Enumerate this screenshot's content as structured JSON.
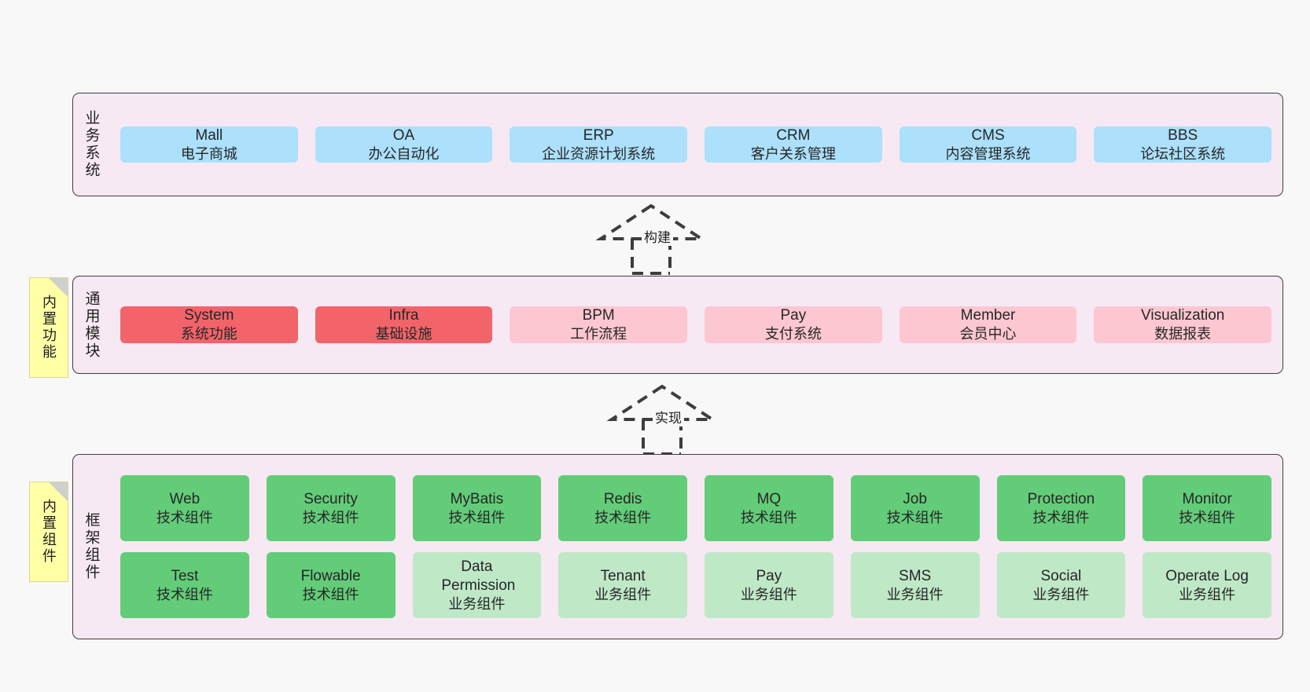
{
  "diagram": {
    "background_color": "#f8f8f8",
    "layer_fill_color": "#f7e9f3",
    "layer_border_color": "#3d3d3d",
    "note_color": "#ffffa6"
  },
  "layers": [
    {
      "id": "business-systems",
      "title": "业务系统",
      "note": null,
      "rows": [
        {
          "nodes": [
            {
              "en": "Mall",
              "cn": "电子商城",
              "color": "#ace0fb",
              "variant": "c-blue"
            },
            {
              "en": "OA",
              "cn": "办公自动化",
              "color": "#ace0fb",
              "variant": "c-blue"
            },
            {
              "en": "ERP",
              "cn": "企业资源计划系统",
              "color": "#ace0fb",
              "variant": "c-blue"
            },
            {
              "en": "CRM",
              "cn": "客户关系管理",
              "color": "#ace0fb",
              "variant": "c-blue"
            },
            {
              "en": "CMS",
              "cn": "内容管理系统",
              "color": "#ace0fb",
              "variant": "c-blue"
            },
            {
              "en": "BBS",
              "cn": "论坛社区系统",
              "color": "#ace0fb",
              "variant": "c-blue"
            }
          ]
        }
      ]
    },
    {
      "id": "common-modules",
      "title": "通用模块",
      "note": "内置功能",
      "rows": [
        {
          "nodes": [
            {
              "en": "System",
              "cn": "系统功能",
              "color": "#f2646a",
              "variant": "c-red"
            },
            {
              "en": "Infra",
              "cn": "基础设施",
              "color": "#f2646a",
              "variant": "c-red"
            },
            {
              "en": "BPM",
              "cn": "工作流程",
              "color": "#fcc7d1",
              "variant": "c-pink"
            },
            {
              "en": "Pay",
              "cn": "支付系统",
              "color": "#fcc7d1",
              "variant": "c-pink"
            },
            {
              "en": "Member",
              "cn": "会员中心",
              "color": "#fcc7d1",
              "variant": "c-pink"
            },
            {
              "en": "Visualization",
              "cn": "数据报表",
              "color": "#fcc7d1",
              "variant": "c-pink"
            }
          ]
        }
      ]
    },
    {
      "id": "framework-components",
      "title": "框架组件",
      "note": "内置组件",
      "rows": [
        {
          "nodes": [
            {
              "en": "Web",
              "cn": "技术组件",
              "color": "#63cc79",
              "variant": "c-green"
            },
            {
              "en": "Security",
              "cn": "技术组件",
              "color": "#63cc79",
              "variant": "c-green"
            },
            {
              "en": "MyBatis",
              "cn": "技术组件",
              "color": "#63cc79",
              "variant": "c-green"
            },
            {
              "en": "Redis",
              "cn": "技术组件",
              "color": "#63cc79",
              "variant": "c-green"
            },
            {
              "en": "MQ",
              "cn": "技术组件",
              "color": "#63cc79",
              "variant": "c-green"
            },
            {
              "en": "Job",
              "cn": "技术组件",
              "color": "#63cc79",
              "variant": "c-green"
            },
            {
              "en": "Protection",
              "cn": "技术组件",
              "color": "#63cc79",
              "variant": "c-green"
            },
            {
              "en": "Monitor",
              "cn": "技术组件",
              "color": "#63cc79",
              "variant": "c-green"
            }
          ]
        },
        {
          "nodes": [
            {
              "en": "Test",
              "cn": "技术组件",
              "color": "#63cc79",
              "variant": "c-green"
            },
            {
              "en": "Flowable",
              "cn": "技术组件",
              "color": "#63cc79",
              "variant": "c-green"
            },
            {
              "en": "Data Permission",
              "cn": "业务组件",
              "color": "#bfe8c7",
              "variant": "c-lightgreen"
            },
            {
              "en": "Tenant",
              "cn": "业务组件",
              "color": "#bfe8c7",
              "variant": "c-lightgreen"
            },
            {
              "en": "Pay",
              "cn": "业务组件",
              "color": "#bfe8c7",
              "variant": "c-lightgreen"
            },
            {
              "en": "SMS",
              "cn": "业务组件",
              "color": "#bfe8c7",
              "variant": "c-lightgreen"
            },
            {
              "en": "Social",
              "cn": "业务组件",
              "color": "#bfe8c7",
              "variant": "c-lightgreen"
            },
            {
              "en": "Operate Log",
              "cn": "业务组件",
              "color": "#bfe8c7",
              "variant": "c-lightgreen"
            }
          ]
        }
      ]
    }
  ],
  "connectors": [
    {
      "id": "build",
      "label": "构建",
      "from": "common-modules",
      "to": "business-systems"
    },
    {
      "id": "implement",
      "label": "实现",
      "from": "framework-components",
      "to": "common-modules"
    }
  ]
}
